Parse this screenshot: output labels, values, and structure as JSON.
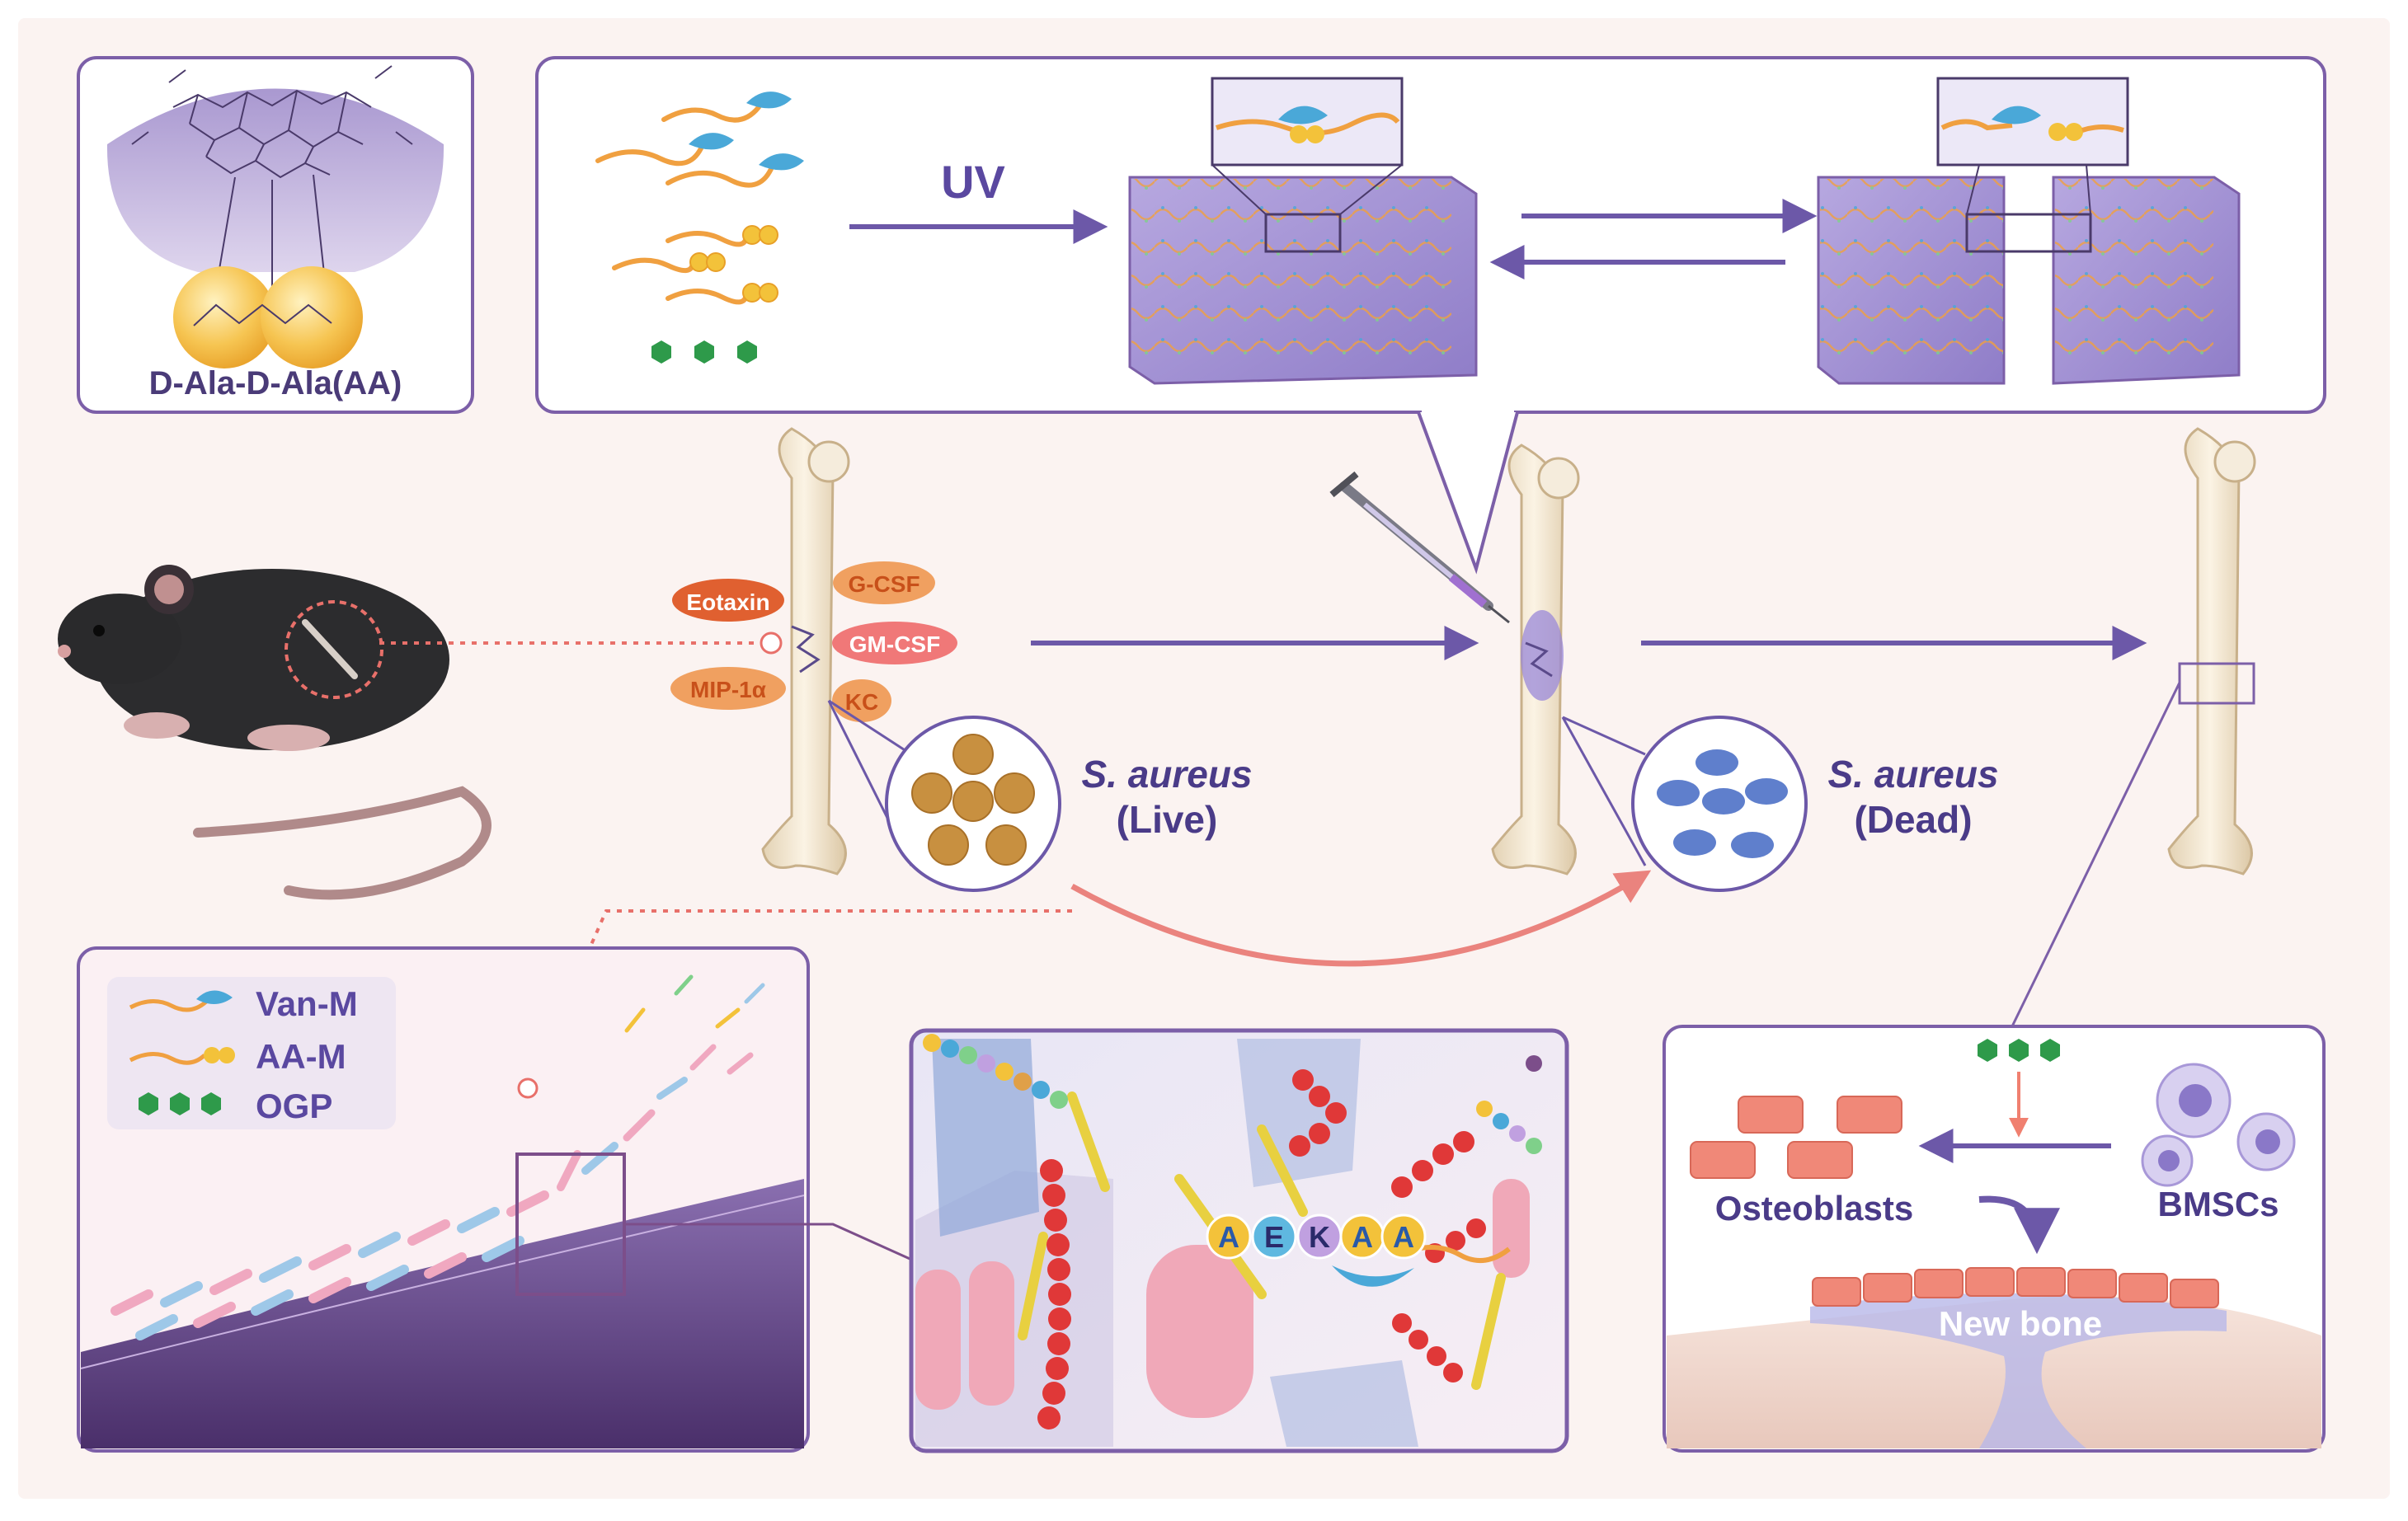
{
  "colors": {
    "background": "#fbf3f1",
    "panel_border": "#7c5fa8",
    "hydrogel": "#a796d3",
    "fiber": "#f0a040",
    "vancomycin": "#4aa8d8",
    "aa_beads": "#f3c23a",
    "ogp": "#2e9a4a",
    "bone": "#efe2cc",
    "arrow": "#6c58a8",
    "live_bacteria": "#c89040",
    "dead_bacteria": "#5f7fcc",
    "red_arc": "#e8706a",
    "cytokine_red": "#e06030",
    "cytokine_orange": "#f0a060",
    "cytokine_pink": "#f07878"
  },
  "molecule_panel": {
    "label": "D-Ala-D-Ala(AA)"
  },
  "hydrogel_panel": {
    "uv_label": "UV"
  },
  "infection": {
    "cytokines": [
      "Eotaxin",
      "G-CSF",
      "GM-CSF",
      "MIP-1α",
      "KC"
    ],
    "live_label_italic": "S. aureus",
    "live_label_state": "(Live)",
    "dead_label_italic": "S. aureus",
    "dead_label_state": "(Dead)"
  },
  "legend": [
    {
      "name": "Van-M",
      "icon": "fiber-vancomycin-icon"
    },
    {
      "name": "AA-M",
      "icon": "fiber-aa-icon"
    },
    {
      "name": "OGP",
      "icon": "ogp-hexagons-icon"
    }
  ],
  "zoom_panel": {
    "sequence": [
      "A",
      "E",
      "K",
      "A",
      "A"
    ]
  },
  "regeneration_panel": {
    "osteoblasts_label": "Osteoblasts",
    "bmscs_label": "BMSCs",
    "new_bone_label": "New bone"
  }
}
